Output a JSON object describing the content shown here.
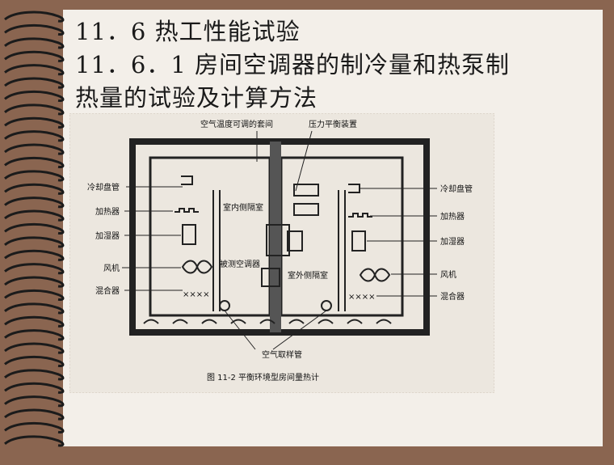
{
  "slide": {
    "title_line1": "11．6  热工性能试验",
    "title_line2": "11．6．1  房间空调器的制冷量和热泵制",
    "title_line3": "热量的试验及计算方法"
  },
  "figure": {
    "labels": {
      "top_room": "空气温度可调的套间",
      "top_balance": "压力平衡装置",
      "left_cooling_coil": "冷却盘管",
      "left_heater": "加热器",
      "left_humidifier": "加湿器",
      "left_fan": "风机",
      "left_mixer": "混合器",
      "right_cooling_coil": "冷却盘管",
      "right_heater": "加热器",
      "right_humidifier": "加湿器",
      "right_fan": "风机",
      "right_mixer": "混合器",
      "indoor_room": "室内侧隔室",
      "unit_under_test": "被测空调器",
      "outdoor_room": "室外侧隔室",
      "sampling_tube": "空气取样管",
      "left_xxxx": "××××",
      "right_xxxx": "××××",
      "caption": "图 11-2    平衡环境型房间量热计"
    }
  }
}
